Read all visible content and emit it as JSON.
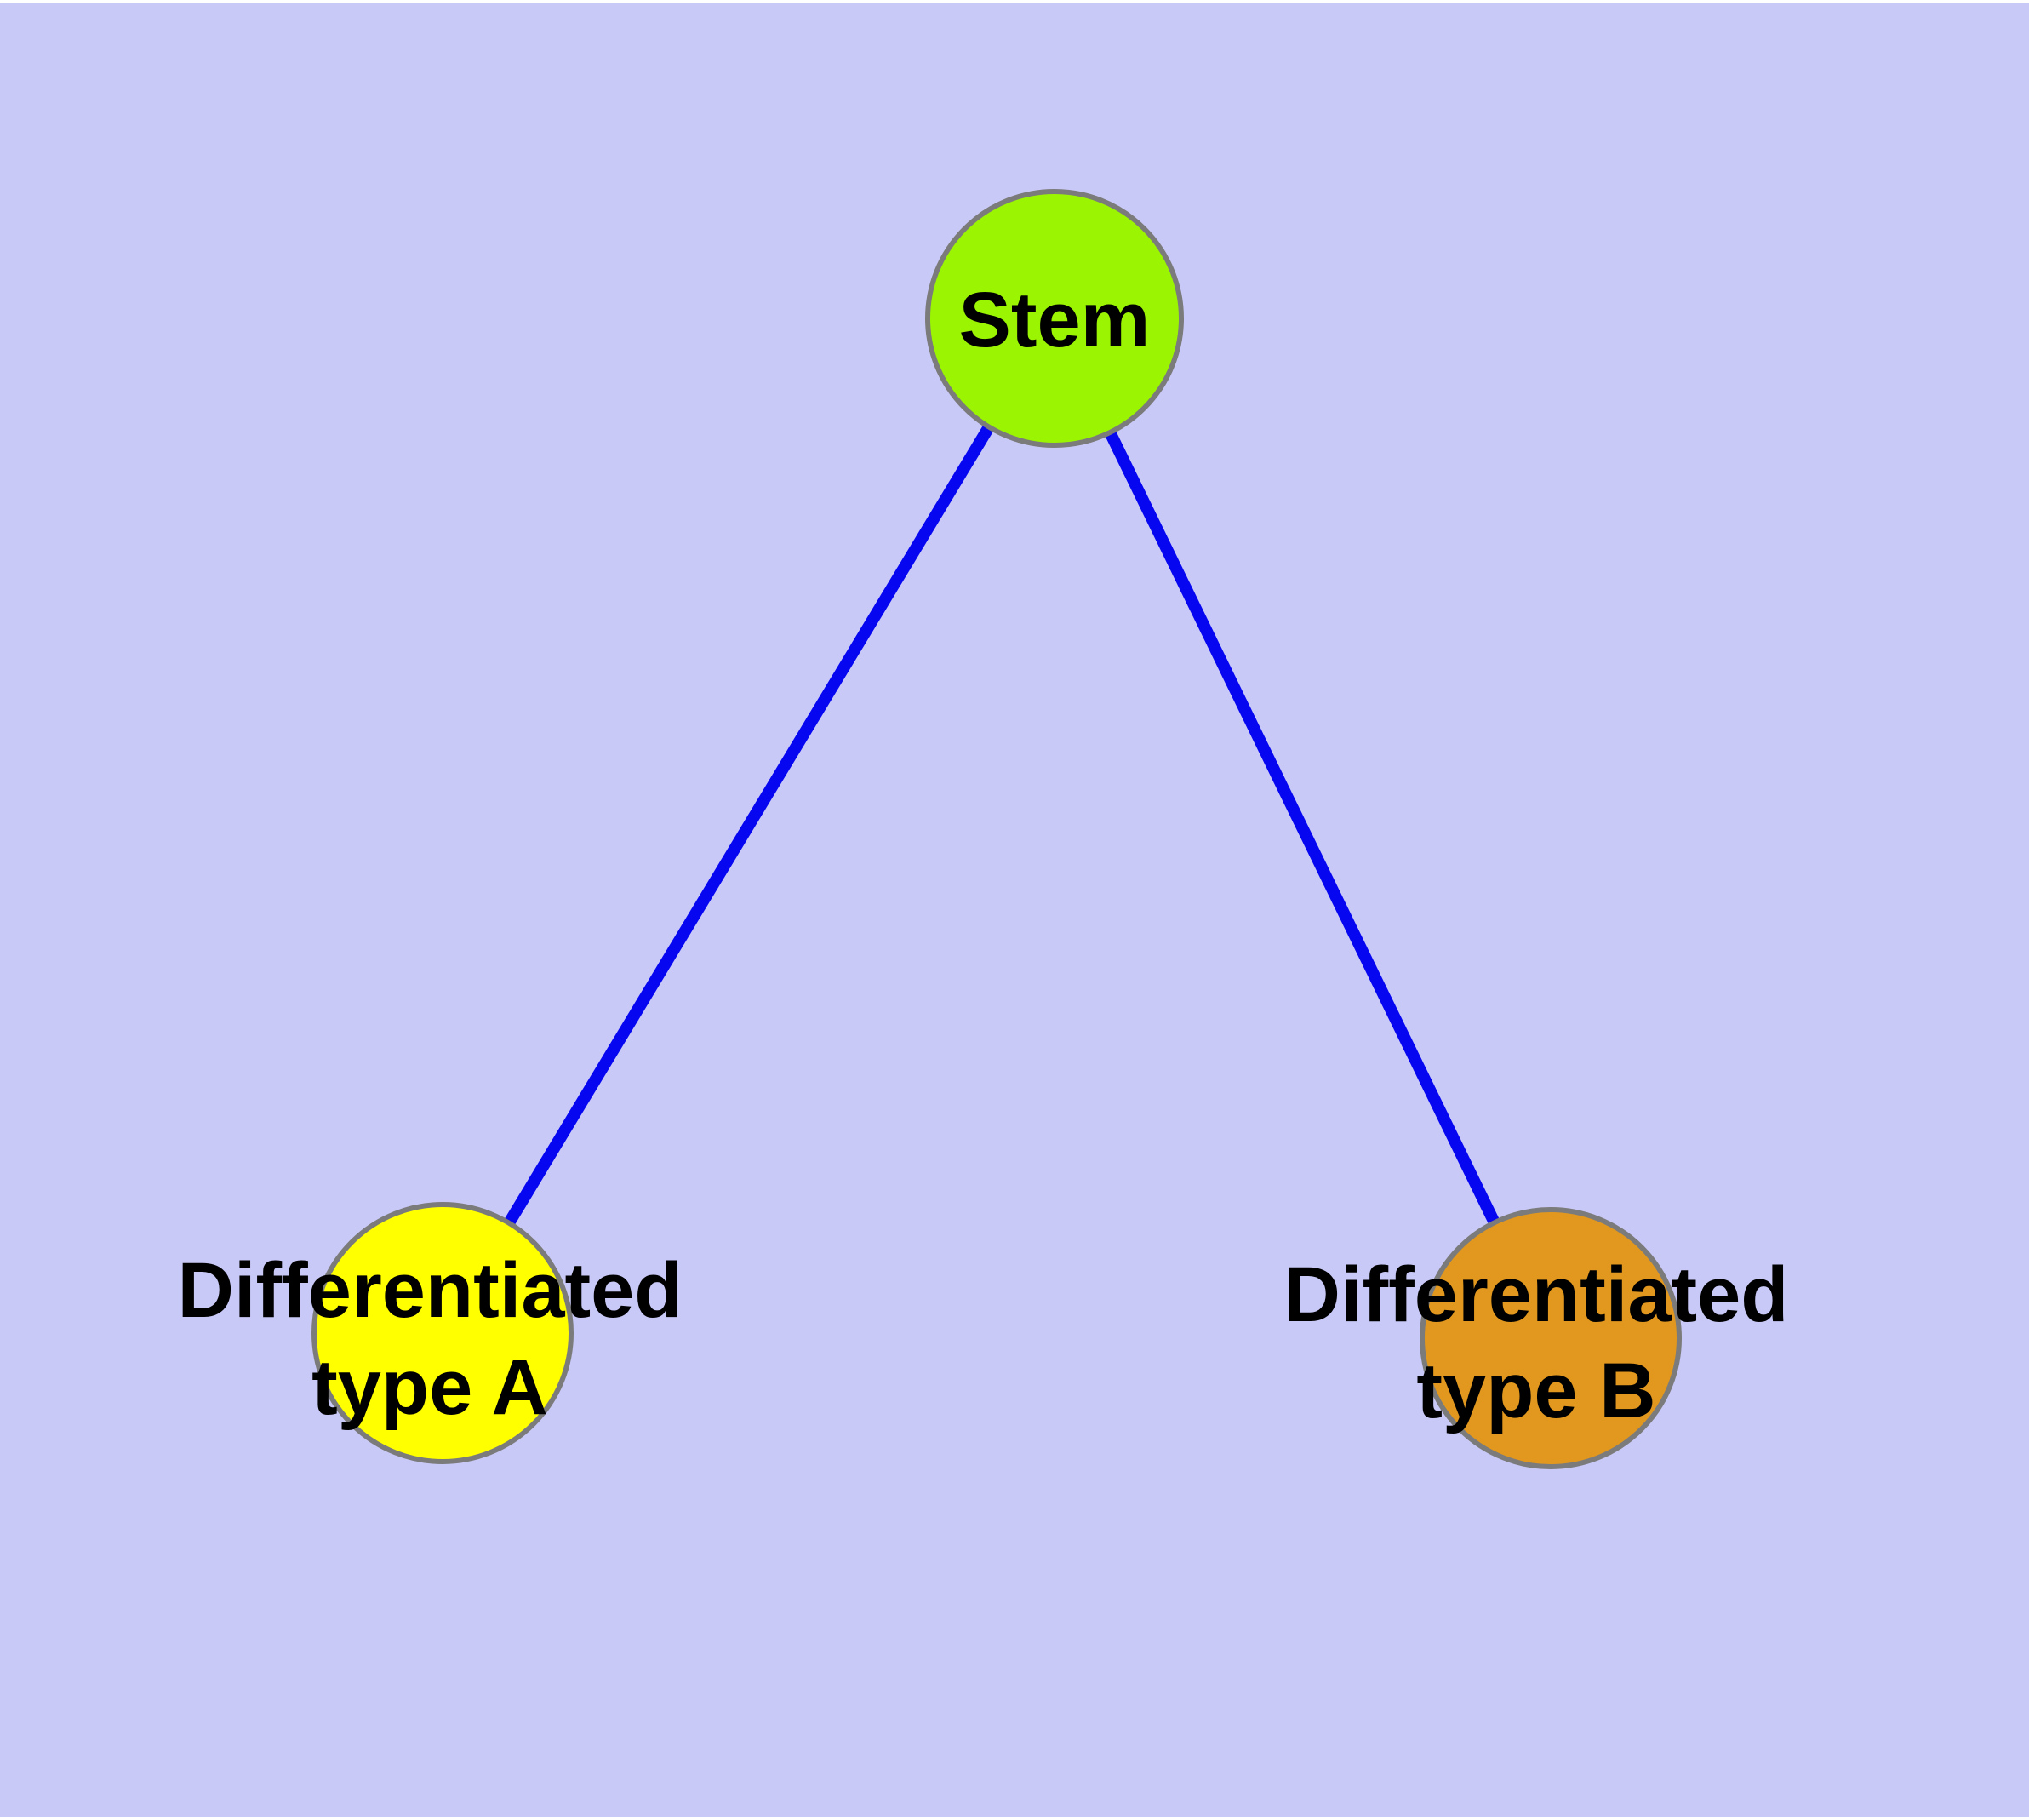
{
  "diagram": {
    "background_color": "#C9C9F8",
    "margin_color": "#FFFFFF",
    "edge_color": "#0606F0",
    "node_border_color": "#7B7B7B",
    "text_color": "#000000",
    "nodes": [
      {
        "id": "stem",
        "label": "Stem",
        "line1": "Stem",
        "line2": "",
        "fill": "#9BF502"
      },
      {
        "id": "differentiated-type-a",
        "label": "Differentiated type A",
        "line1": "Differentiated",
        "line2": "type A",
        "fill": "#FFFF00"
      },
      {
        "id": "differentiated-type-b",
        "label": "Differentiated type B",
        "line1": "Differentiated",
        "line2": "type B",
        "fill": "#E2981E"
      }
    ],
    "edges": [
      {
        "from": "stem",
        "to": "differentiated-type-a"
      },
      {
        "from": "stem",
        "to": "differentiated-type-b"
      }
    ]
  }
}
